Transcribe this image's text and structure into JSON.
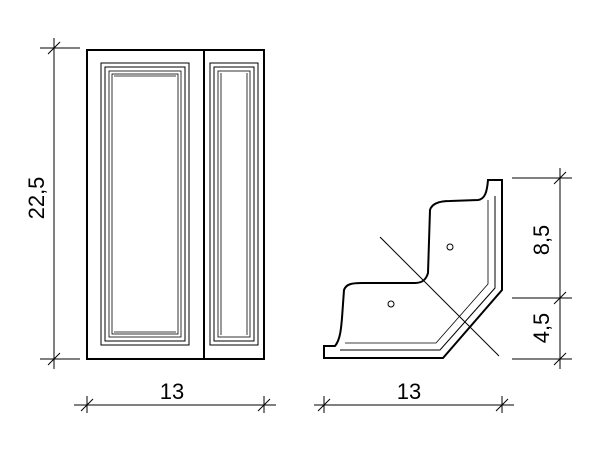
{
  "front_view": {
    "width_label": "13",
    "height_label": "22,5"
  },
  "side_view": {
    "width_label": "13",
    "upper_height_label": "8,5",
    "lower_height_label": "4,5"
  },
  "colors": {
    "ink": "#000000",
    "paper": "#ffffff"
  }
}
